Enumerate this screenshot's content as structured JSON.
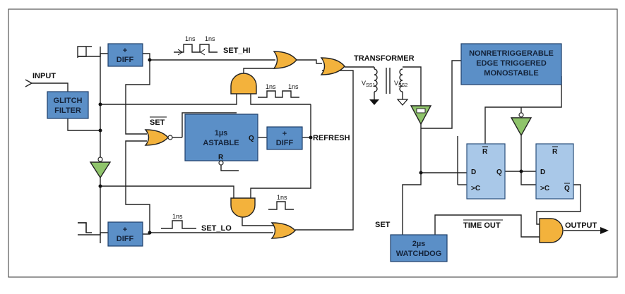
{
  "blocks": {
    "diff": [
      "+",
      "DIFF"
    ],
    "glitch_filter": [
      "GLITCH",
      "FILTER"
    ],
    "astable": [
      "1µs",
      "ASTABLE"
    ],
    "monostable": [
      "NONRETRIGGERABLE",
      "EDGE TRIGGERED",
      "MONOSTABLE"
    ],
    "watchdog": [
      "2µs",
      "WATCHDOG"
    ]
  },
  "pins": {
    "q": "Q",
    "r": "R",
    "d": "D",
    "c": ">C",
    "rbar": "R",
    "qbar": "Q"
  },
  "labels": {
    "input": "INPUT",
    "set_bar": "SET",
    "set_hi": "SET_HI",
    "set_lo": "SET_LO",
    "refresh": "REFRESH",
    "transformer": "TRANSFORMER",
    "vss1": "V",
    "vss1_sub": "SS1",
    "vss2": "V",
    "vss2_sub": "SS2",
    "set": "SET",
    "time_out": "TIME OUT",
    "output": "OUTPUT",
    "pulse_1ns": "1ns"
  }
}
